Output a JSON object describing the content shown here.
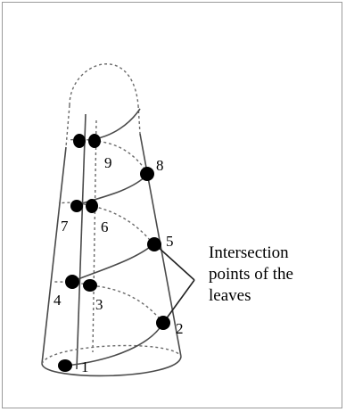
{
  "annotation": {
    "lines": [
      "Intersection",
      "points of the",
      "leaves"
    ]
  },
  "points": [
    {
      "label": "1"
    },
    {
      "label": "2"
    },
    {
      "label": "3"
    },
    {
      "label": "4"
    },
    {
      "label": "5"
    },
    {
      "label": "6"
    },
    {
      "label": "7"
    },
    {
      "label": "8"
    },
    {
      "label": "9"
    }
  ],
  "colors": {
    "line": "#4a4a4a",
    "dot": "#000000",
    "frame": "#9a9a9a"
  }
}
